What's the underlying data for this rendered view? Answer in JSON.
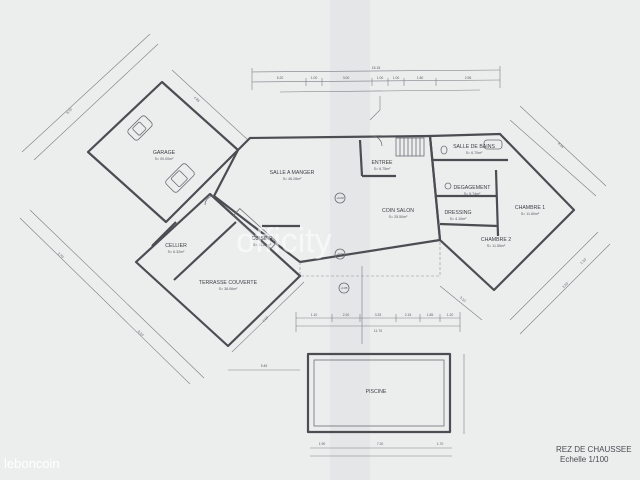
{
  "plan": {
    "title": "REZ DE CHAUSSEE",
    "scale": "Echelle 1/100"
  },
  "rooms": {
    "garage": {
      "name": "GARAGE",
      "area": "S= 00.00m²"
    },
    "salle_a_manger": {
      "name": "SALLE A MANGER",
      "area": "S= 46.28m²"
    },
    "entree": {
      "name": "ENTREE",
      "area": "S= 6.75m²"
    },
    "salle_de_bains": {
      "name": "SALLE DE BAINS",
      "area": "S= 6.70m²"
    },
    "degagement": {
      "name": "DEGAGEMENT",
      "area": "S= 5.74m²"
    },
    "coin_salon": {
      "name": "COIN SALON",
      "area": "S= 25.50m²"
    },
    "dressing": {
      "name": "DRESSING",
      "area": "S= 4.10m²"
    },
    "chambre_1": {
      "name": "CHAMBRE 1",
      "area": "S= 11.60m²"
    },
    "chambre_2": {
      "name": "CHAMBRE 2",
      "area": "S= 11.55m²"
    },
    "cellier": {
      "name": "CELLIER",
      "area": "S= 6.32m²"
    },
    "cuisine": {
      "name": "CUISINE",
      "area": "S= 11.28m²"
    },
    "terrasse": {
      "name": "TERRASSE COUVERTE",
      "area": "S= 38.06m²"
    },
    "piscine": {
      "name": "PISCINE"
    }
  },
  "levels": [
    "+0.00",
    "+0.00",
    "-0.05"
  ],
  "dimensions": {
    "top_total": "15.15",
    "top_segments": [
      "5.20",
      "1.00",
      "3.00",
      "1.00",
      "1.00",
      "1.80",
      "2.55"
    ],
    "bottom_segments": [
      "1.10",
      "2.20",
      "3.33",
      "2.15",
      "1.85",
      "1.20"
    ],
    "bottom_total": "11.70",
    "pool_offset": "5.45",
    "pool_bottom": [
      "1.90",
      "7.20",
      "1.70"
    ],
    "left_diag": [
      "9.70",
      "4.85",
      "2.70",
      "6.10",
      "2.60"
    ],
    "right_diag": [
      "8.45",
      "3.20",
      "2.10",
      "3.10"
    ]
  },
  "watermark": {
    "agency": "officity",
    "source": "leboncoin"
  }
}
